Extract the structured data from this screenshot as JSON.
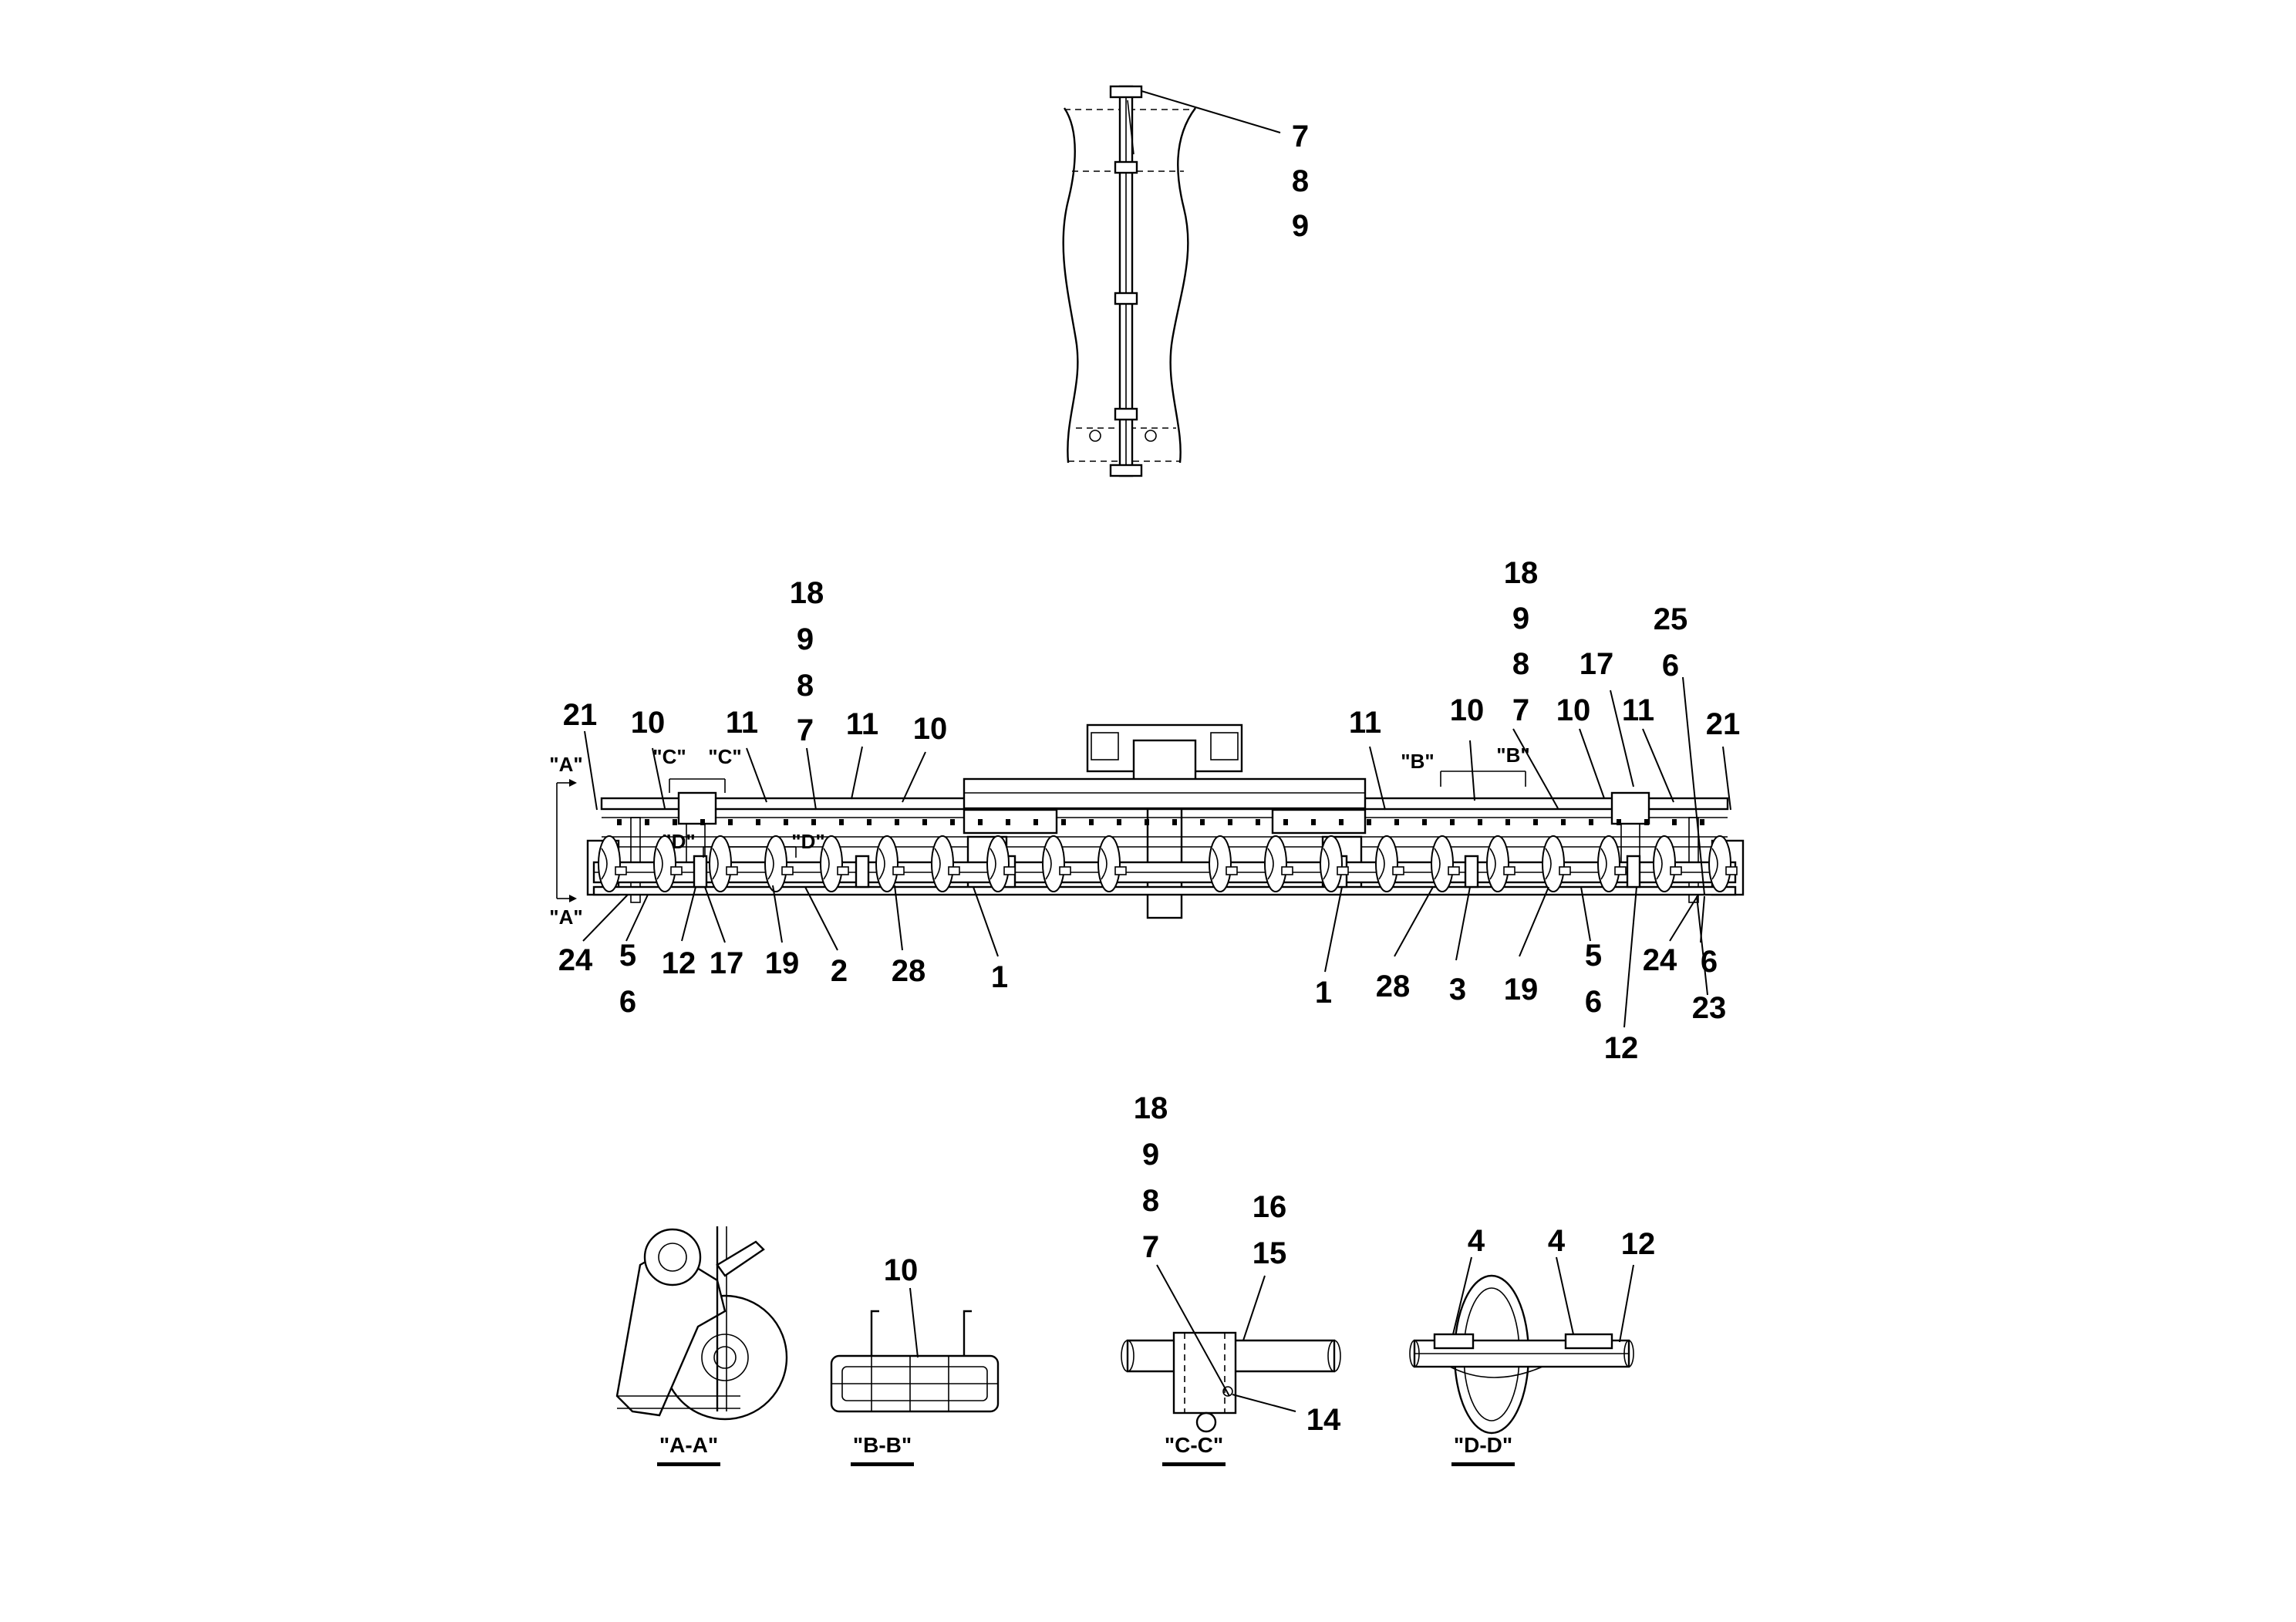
{
  "callouts": {
    "top": [
      "7",
      "8",
      "9"
    ],
    "main": [
      "21",
      "10",
      "11",
      "7",
      "8",
      "9",
      "18",
      "11",
      "10",
      "11",
      "10",
      "17",
      "7",
      "8",
      "9",
      "18",
      "10",
      "11",
      "21",
      "25",
      "6",
      "24",
      "5",
      "6",
      "12",
      "17",
      "19",
      "2",
      "28",
      "1",
      "1",
      "28",
      "3",
      "19",
      "5",
      "6",
      "12",
      "24",
      "6",
      "23"
    ],
    "cc": [
      "18",
      "9",
      "8",
      "7",
      "16",
      "15",
      "14"
    ],
    "bb": [
      "10"
    ],
    "dd": [
      "4",
      "4",
      "12"
    ]
  },
  "section_marks": {
    "a_top": "\"A\"",
    "a_bottom": "\"A\"",
    "c_left": "\"C\"",
    "c_right": "\"C\"",
    "d_left": "\"D\"",
    "d_right": "\"D\"",
    "b_left": "\"B\"",
    "b_right": "\"B\""
  },
  "section_titles": [
    "\"A-A\"",
    "\"B-B\"",
    "\"C-C\"",
    "\"D-D\""
  ]
}
